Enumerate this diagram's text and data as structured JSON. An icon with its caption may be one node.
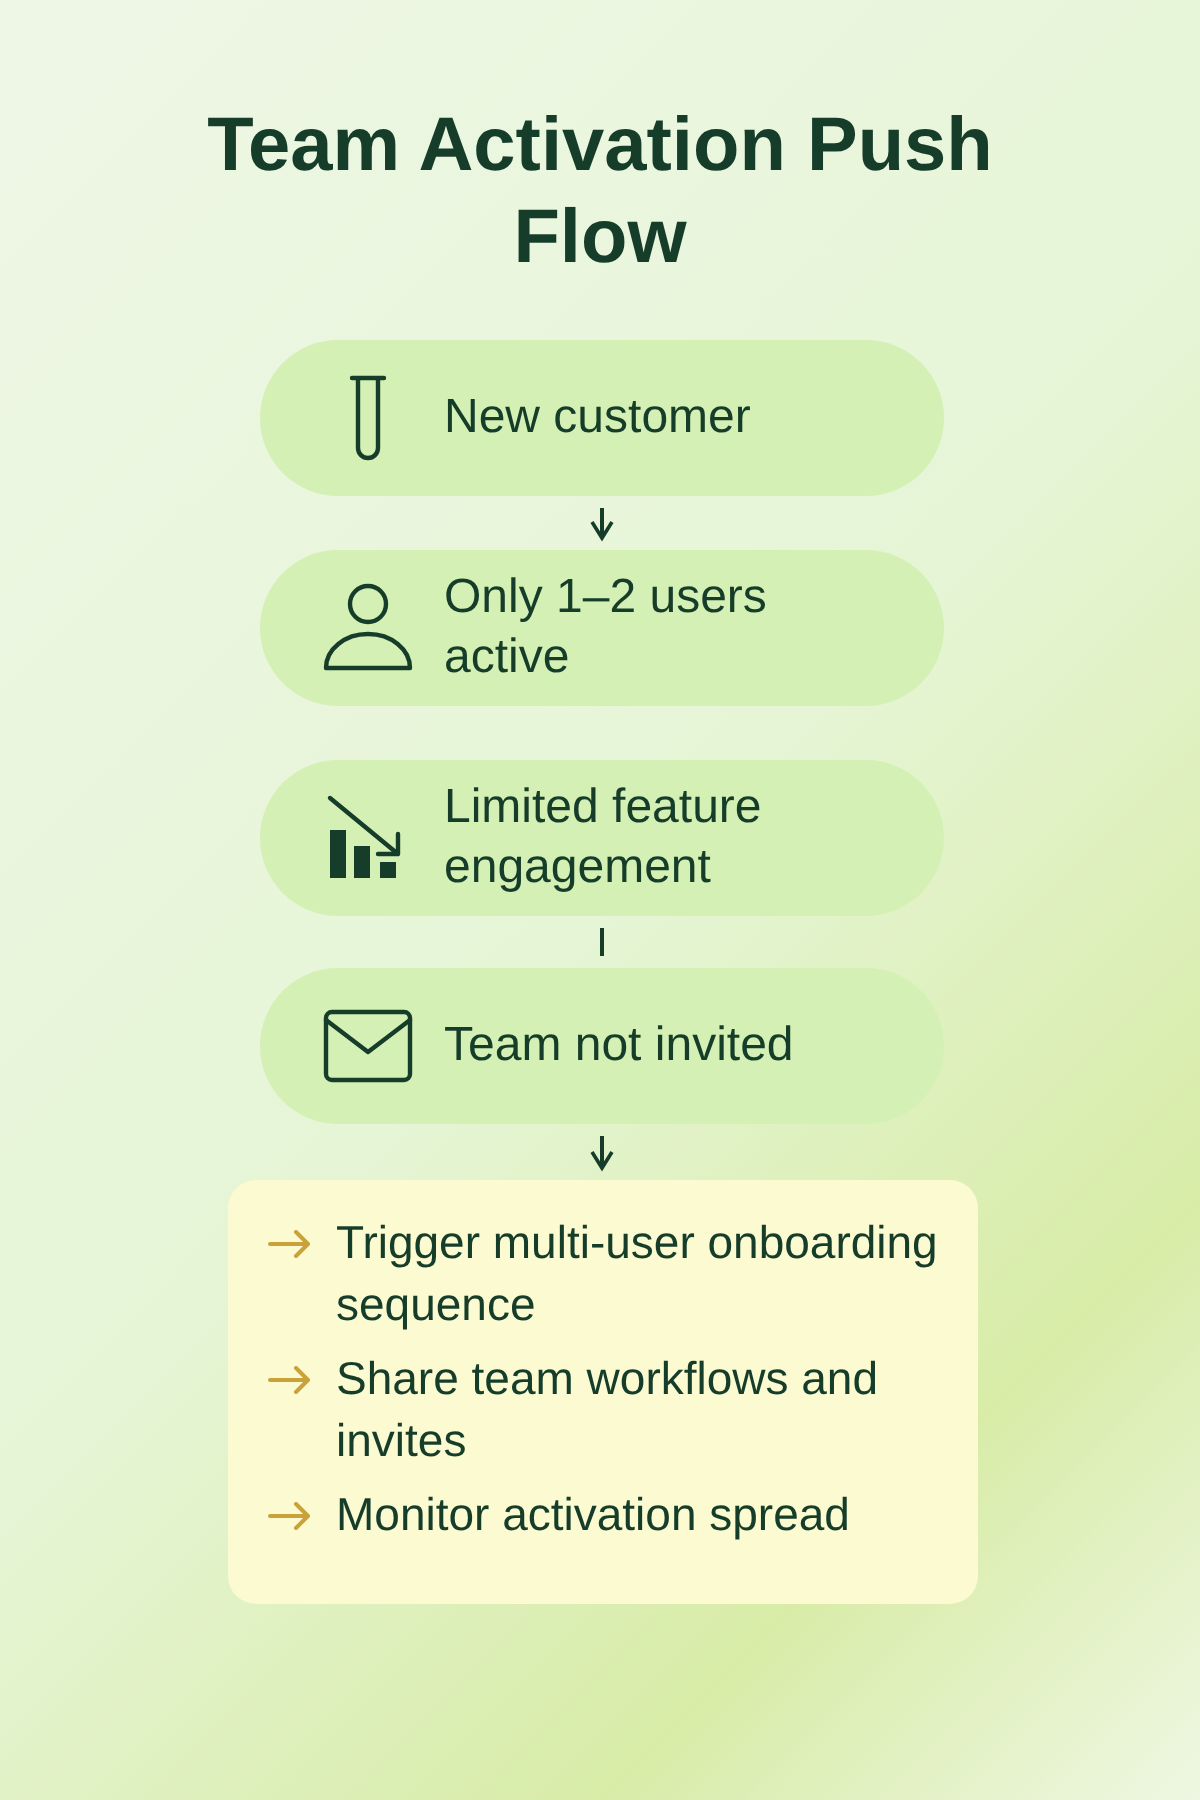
{
  "diagram": {
    "title": "Team Activation Push Flow",
    "nodes": [
      {
        "text": [
          "New customer"
        ]
      },
      {
        "text": [
          "Only 1–2 users active"
        ]
      },
      {
        "text": [
          "Limited feature engagement"
        ]
      },
      {
        "text": [
          "Team not invited"
        ]
      },
      {
        "text": [
          "Trigger multi-user onboarding sequence",
          "Share team workflows and invites",
          "Monitor activation spread"
        ]
      }
    ],
    "edges": [
      {
        "from": 0,
        "to": 1,
        "arrow": "to"
      },
      {
        "from": 2,
        "to": 3,
        "arrow": "none"
      },
      {
        "from": 3,
        "to": 4,
        "arrow": "to"
      }
    ]
  }
}
